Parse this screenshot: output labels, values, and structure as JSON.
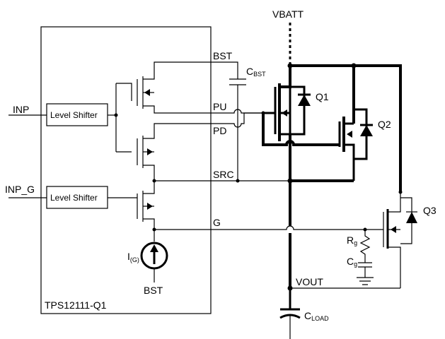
{
  "ic": {
    "name": "TPS12111-Q1"
  },
  "blocks": {
    "level_shifter_1": "Level Shifter",
    "level_shifter_2": "Level Shifter"
  },
  "inputs": {
    "inp": "INP",
    "inp_g": "INP_G"
  },
  "pins": {
    "bst": "BST",
    "pu": "PU",
    "pd": "PD",
    "src": "SRC",
    "g": "G"
  },
  "nets": {
    "vbatt": "VBATT",
    "vout": "VOUT"
  },
  "caps": {
    "cbst": {
      "letter": "C",
      "sub": "BST"
    },
    "cload": {
      "letter": "C",
      "sub": "LOAD"
    },
    "cg": {
      "letter": "C",
      "sub": "g"
    }
  },
  "resistors": {
    "rg": {
      "letter": "R",
      "sub": "g"
    }
  },
  "current_source": {
    "letter": "I",
    "sub": "(G)",
    "supply": "BST"
  },
  "transistors": {
    "q1": "Q1",
    "q2": "Q2",
    "q3": "Q3"
  }
}
